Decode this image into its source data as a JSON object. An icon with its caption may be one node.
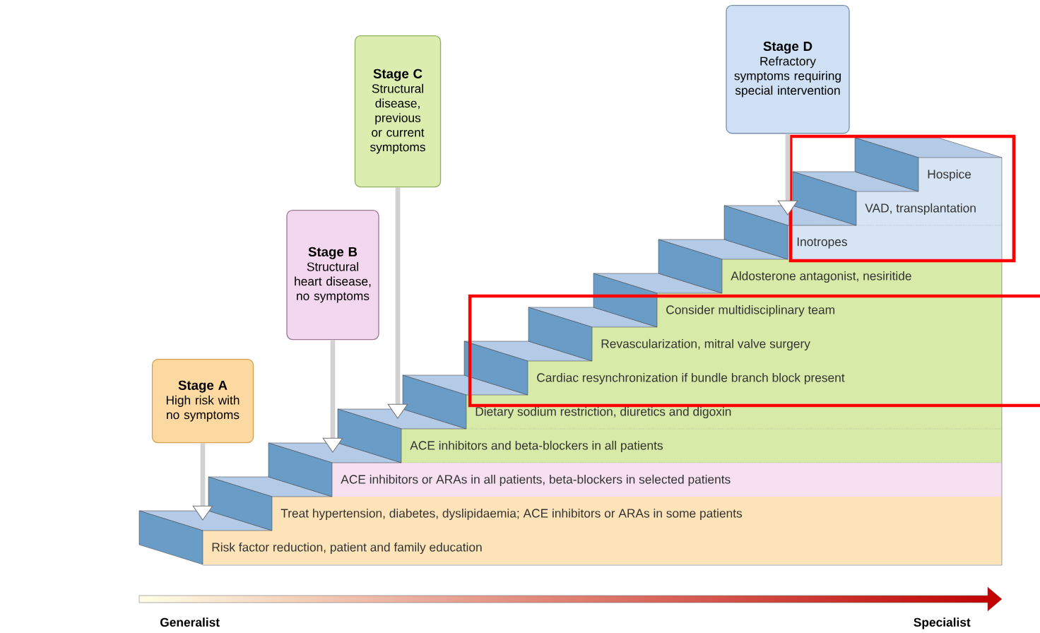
{
  "diagram": {
    "nodes": [
      {
        "text": [
          "Stage A",
          "High risk with no symptoms"
        ]
      },
      {
        "text": [
          "Stage B",
          "Structural heart disease, no symptoms"
        ]
      },
      {
        "text": [
          "Stage C",
          "Structural disease, previous or current symptoms"
        ]
      },
      {
        "text": [
          "Stage D",
          "Refractory symptoms requiring special intervention"
        ]
      },
      {
        "text": [],
        "shape": "box"
      },
      {
        "text": [],
        "shape": "box"
      },
      {
        "text": [],
        "shape": "box"
      },
      {
        "text": [],
        "shape": "box"
      },
      {
        "text": [],
        "shape": "box"
      },
      {
        "text": [],
        "shape": "box"
      },
      {
        "text": [],
        "shape": "box"
      },
      {
        "text": [],
        "shape": "box"
      },
      {
        "text": [],
        "shape": "box"
      },
      {
        "text": [],
        "shape": "box"
      },
      {
        "text": [],
        "shape": "box"
      },
      {
        "text": [],
        "shape": "box"
      }
    ],
    "edges": [
      {
        "from": 0,
        "to": 4,
        "arrow": "to"
      },
      {
        "from": 1,
        "to": 6,
        "arrow": "to"
      },
      {
        "from": 2,
        "to": 7,
        "arrow": "to"
      },
      {
        "from": 3,
        "to": 13,
        "arrow": "to"
      }
    ],
    "labels": [
      "Hospice",
      "VAD, transplantation",
      "Inotropes",
      "Aldosterone antagonist, nesiritide",
      "Consider multidisciplinary team",
      "Revascularization, mitral valve surgery",
      "Cardiac resynchronization if bundle branch block present",
      "Dietary sodium restriction, diuretics and digoxin",
      "ACE inhibitors and beta-blockers in all patients",
      "ACE inhibitors or ARAs in all patients, beta-blockers in selected patients",
      "Treat hypertension, diabetes, dyslipidaemia; ACE inhibitors or ARAs in some patients",
      "Risk factor reduction, patient and family education",
      "Generalist",
      "Specialist"
    ]
  }
}
